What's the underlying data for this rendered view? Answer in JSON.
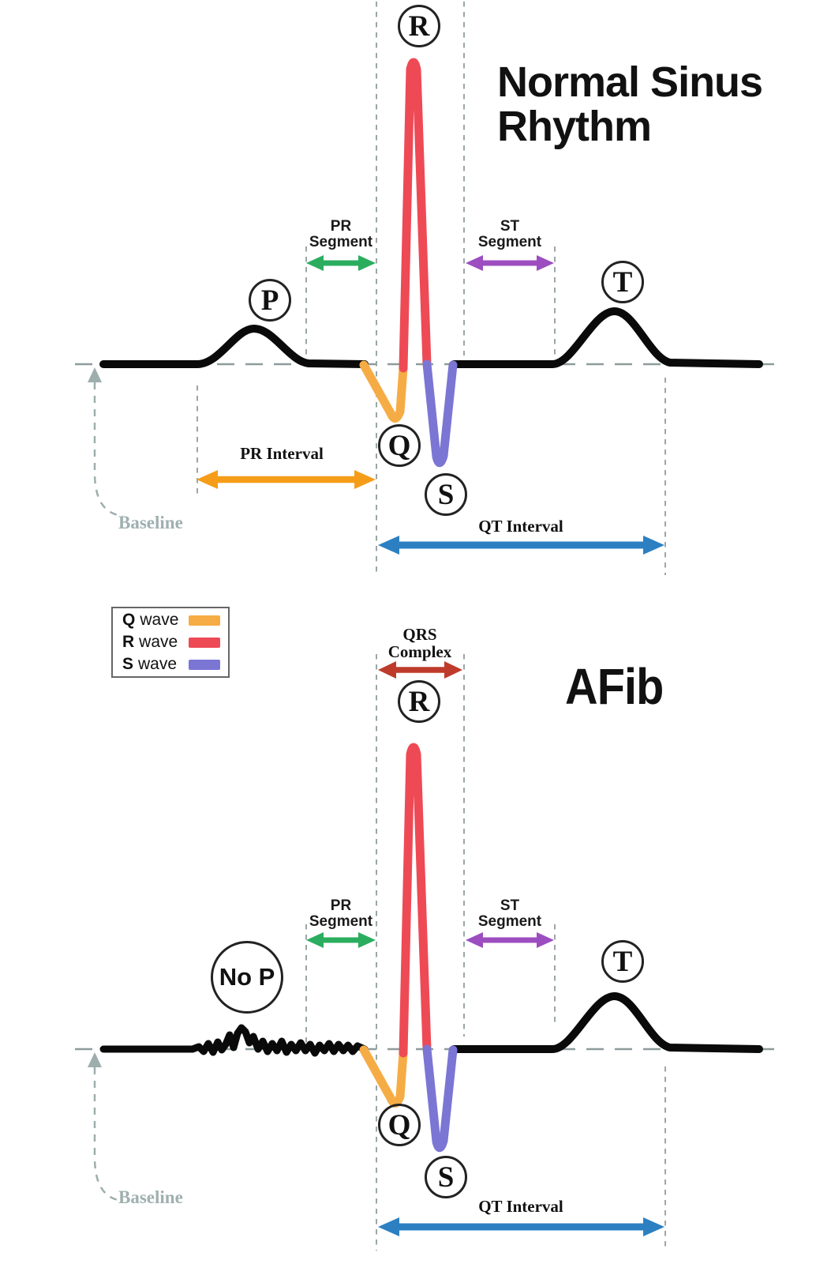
{
  "top": {
    "title_line1": "Normal Sinus",
    "title_line2": "Rhythm",
    "wave_labels": {
      "p": "P",
      "q": "Q",
      "r": "R",
      "s": "S",
      "t": "T"
    },
    "pr_segment_line1": "PR",
    "pr_segment_line2": "Segment",
    "st_segment_line1": "ST",
    "st_segment_line2": "Segment",
    "pr_interval": "PR Interval",
    "qt_interval": "QT Interval",
    "baseline": "Baseline"
  },
  "bottom": {
    "title": "AFib",
    "no_p": "No P",
    "qrs_complex_line1": "QRS",
    "qrs_complex_line2": "Complex",
    "wave_labels": {
      "q": "Q",
      "r": "R",
      "s": "S",
      "t": "T"
    },
    "pr_segment_line1": "PR",
    "pr_segment_line2": "Segment",
    "st_segment_line1": "ST",
    "st_segment_line2": "Segment",
    "qt_interval": "QT Interval",
    "baseline": "Baseline"
  },
  "legend": {
    "items": [
      {
        "key": "Q",
        "label": "wave",
        "color": "#F6AC45",
        "chip_style": "background:#F6AC45"
      },
      {
        "key": "R",
        "label": "wave",
        "color": "#EE4A55",
        "chip_style": "background:#EE4A55"
      },
      {
        "key": "S",
        "label": "wave",
        "color": "#7B76D4",
        "chip_style": "background:#7B76D4"
      }
    ]
  },
  "colors": {
    "q_wave": "#F6AC45",
    "r_wave": "#EE4A55",
    "s_wave": "#7B76D4",
    "pr_segment_arrow": "#2BAD5F",
    "st_segment_arrow": "#9C4EC0",
    "pr_interval_arrow": "#F59D18",
    "qt_interval_arrow": "#2C80C2",
    "qrs_complex_arrow": "#BE3B2B",
    "trace": "#0A0A0A",
    "guide_gray": "#8E9B9B",
    "baseline_label_gray": "#9FB0AF"
  }
}
